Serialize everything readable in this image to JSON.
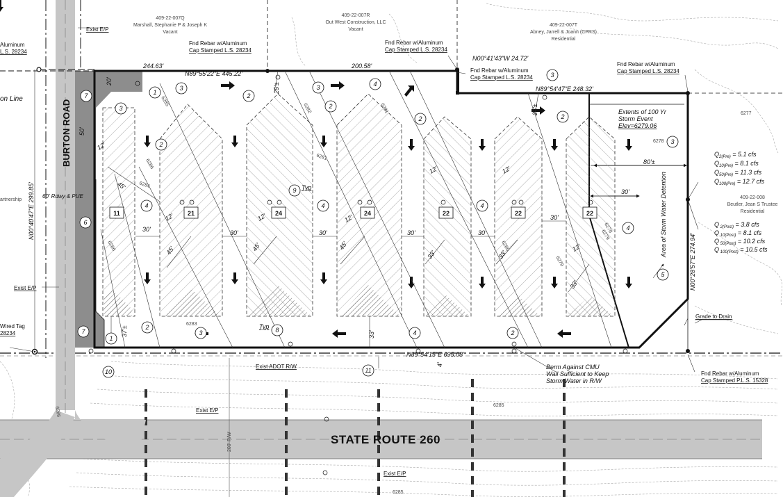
{
  "parcels": [
    {
      "apn": "409-22-007Q",
      "owner": "Marshall, Stephanie P & Joseph K",
      "use": "Vacant"
    },
    {
      "apn": "409-22-007R",
      "owner": "Out West Construction, LLC",
      "use": "Vacant"
    },
    {
      "apn": "409-22-007T",
      "owner": "Abney, Jarrell & Joann (CPRS)",
      "use": "Residential"
    },
    {
      "apn": "409-22-008",
      "owner": "Beutler, Jean S Trustee",
      "use": "Residential"
    }
  ],
  "left_fragments": {
    "aluminum": "Aluminum",
    "ls_top": "L.S. 28234",
    "section_line": "on Line",
    "partnership": "artnership",
    "wired_tag": "Wired Tag",
    "ls_bottom": "28234"
  },
  "monuments": {
    "rebar_a": [
      "Fnd Rebar w/Aluminum",
      "Cap Stamped L.S. 28234"
    ],
    "rebar_b": [
      "Fnd Rebar w/Aluminum",
      "Cap Stamped L.S. 28234"
    ],
    "rebar_c": [
      "Fnd Rebar w/Aluminum",
      "Cap Stamped L.S. 28234"
    ],
    "rebar_d": [
      "Fnd Rebar w/Aluminum",
      "Cap Stamped L.S. 28234"
    ],
    "rebar_e": [
      "Fnd Rebar w/Aluminum",
      "Cap Stamped P.L.S. 15328"
    ]
  },
  "notes": {
    "exist_ep_top": "Exist E/P",
    "exist_ep_left": "Exist E/P",
    "exist_ep_road": "Exist E/P",
    "exist_ep_bottom": "Exist E/P",
    "exist_adot": "Exist ADOT R/W",
    "berm": [
      "Berm Against CMU",
      "Wall Sufficient to Keep",
      "Storm Water in R/W"
    ],
    "grade": "Grade to Drain",
    "extents": [
      "Extents of 100 Yr",
      "Storm Event",
      "Elev=6279.06"
    ],
    "detention": "Area of Storm Water Detention",
    "typ1": "Typ",
    "typ2": "Typ",
    "rdwy": "60' Rdwy & PUE",
    "row200": "200' R/W"
  },
  "roads": {
    "burton": "BURTON ROAD",
    "sr260": "STATE ROUTE 260"
  },
  "bearings": {
    "n_top_dist": "244.63'",
    "n_top": "N89°55'22\"E  445.22'",
    "n_top2": "200.58'",
    "n_jog": "N00°41'43\"W  24.72'",
    "n_east": "N89°54'47\"E  248.32'",
    "s_line": "N89°54'15\"E  695.08'",
    "e_line": "N00°28'57\"E  274.94'",
    "w_line": "N00°40'47\"E  299.85'"
  },
  "dims": {
    "d20": "20'",
    "d50": "50'",
    "d12a": "12'",
    "d45a": "45'",
    "d30a": "30'",
    "d37": "37'±",
    "d25a": "25'±",
    "d12b": "12'",
    "d45b": "45'",
    "d30b": "30'",
    "d30c": "30'",
    "d12c": "12'",
    "d45c": "45'",
    "d30d": "30'",
    "d12d": "12'",
    "d33a": "33'",
    "d30e": "30'",
    "d12e": "12'",
    "d33b": "33'",
    "d25b": "25'±",
    "d30f": "30'",
    "d12f": "12'",
    "d33c": "33'",
    "d80": "80'±",
    "d30g": "30'",
    "d33d": "33'",
    "d4": "4'"
  },
  "buildings": [
    "11",
    "21",
    "24",
    "24",
    "22",
    "22",
    "22"
  ],
  "callouts": [
    "1",
    "2",
    "3",
    "4",
    "5",
    "6",
    "7",
    "8",
    "9",
    "10",
    "11"
  ],
  "q_pre": [
    [
      "Q",
      "2(Pre)",
      " = 5.1 cfs"
    ],
    [
      "Q",
      "10(Pre)",
      " = 8.1 cfs"
    ],
    [
      "Q",
      "50(Pre)",
      " = 11.3 cfs"
    ],
    [
      "Q",
      "100(Pre)",
      " = 12.7 cfs"
    ]
  ],
  "q_post": [
    [
      "Q",
      " 2(Post)",
      " = 3.8 cfs"
    ],
    [
      "Q",
      " 10(Post)",
      " = 8.1 cfs"
    ],
    [
      "Q",
      " 50(Post)",
      " = 10.2 cfs"
    ],
    [
      "Q",
      " 100(Post)",
      " = 10.5 cfs"
    ]
  ],
  "contours": {
    "c6277": "6277",
    "c6279a": "6279",
    "c6280": "6280",
    "c6281": "6281",
    "c6282": "6282",
    "c6283": "6283",
    "c6284": "6284",
    "c6285a": "6285",
    "c6285b": "6285",
    "c6286": "6286",
    "c6278": "6278",
    "c6279b": "6279"
  },
  "colors": {
    "linework": "#111111",
    "road": "#c6c6c6",
    "hatch_fill": "#8d8d8d",
    "contour": "#9a9a9a"
  }
}
